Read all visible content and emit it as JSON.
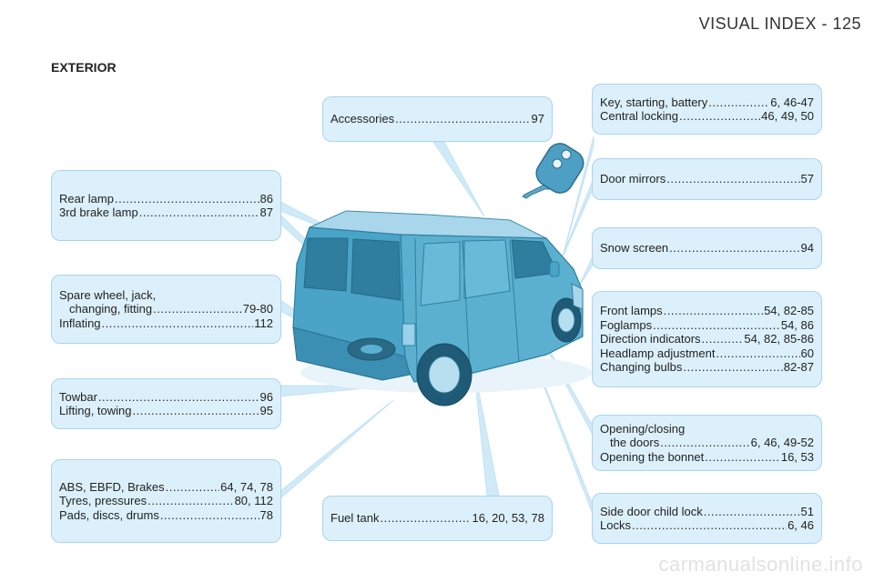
{
  "header": "VISUAL INDEX - 125",
  "section": "EXTERIOR",
  "callouts": {
    "accessories": [
      {
        "label": "Accessories",
        "pages": "97"
      }
    ],
    "key": [
      {
        "label": "Key, starting, battery",
        "pages": "6, 46-47"
      },
      {
        "label": "Central locking",
        "pages": "46, 49, 50"
      }
    ],
    "rear_lamp": [
      {
        "label": "Rear lamp",
        "pages": "86"
      },
      {
        "label": "3rd brake lamp",
        "pages": "87"
      }
    ],
    "door_mirrors": [
      {
        "label": "Door mirrors",
        "pages": "57"
      }
    ],
    "snow_screen": [
      {
        "label": "Snow screen",
        "pages": "94"
      }
    ],
    "spare_wheel": {
      "line1": "Spare wheel, jack,",
      "line2": {
        "label": "changing, fitting",
        "pages": "79-80"
      },
      "line3": {
        "label": "Inflating",
        "pages": "112"
      }
    },
    "front_lamps": [
      {
        "label": "Front lamps",
        "pages": "54, 82-85"
      },
      {
        "label": "Foglamps",
        "pages": "54, 86"
      },
      {
        "label": "Direction indicators",
        "pages": "54, 82, 85-86"
      },
      {
        "label": "Headlamp adjustment",
        "pages": "60"
      },
      {
        "label": "Changing bulbs",
        "pages": "82-87"
      }
    ],
    "towbar": [
      {
        "label": "Towbar",
        "pages": "96"
      },
      {
        "label": "Lifting, towing",
        "pages": "95"
      }
    ],
    "opening": {
      "line1": "Opening/closing",
      "line2": {
        "label": "the doors",
        "pages": "6, 46, 49-52"
      },
      "line3": {
        "label": "Opening the bonnet",
        "pages": "16, 53"
      }
    },
    "abs": [
      {
        "label": "ABS, EBFD, Brakes",
        "pages": "64, 74, 78"
      },
      {
        "label": "Tyres, pressures",
        "pages": "80, 112"
      },
      {
        "label": "Pads, discs, drums",
        "pages": "78"
      }
    ],
    "fuel": [
      {
        "label": "Fuel tank",
        "pages": "16, 20, 53, 78"
      }
    ],
    "side_door": [
      {
        "label": "Side door child lock",
        "pages": "51"
      },
      {
        "label": "Locks",
        "pages": "6, 46"
      }
    ]
  },
  "watermark": "carmanualsonline.info",
  "colors": {
    "callout_bg": "#dcf0fb",
    "callout_border": "#a8d4ee",
    "van_body": "#5bb0cf",
    "leader": "#bfe2f4"
  }
}
